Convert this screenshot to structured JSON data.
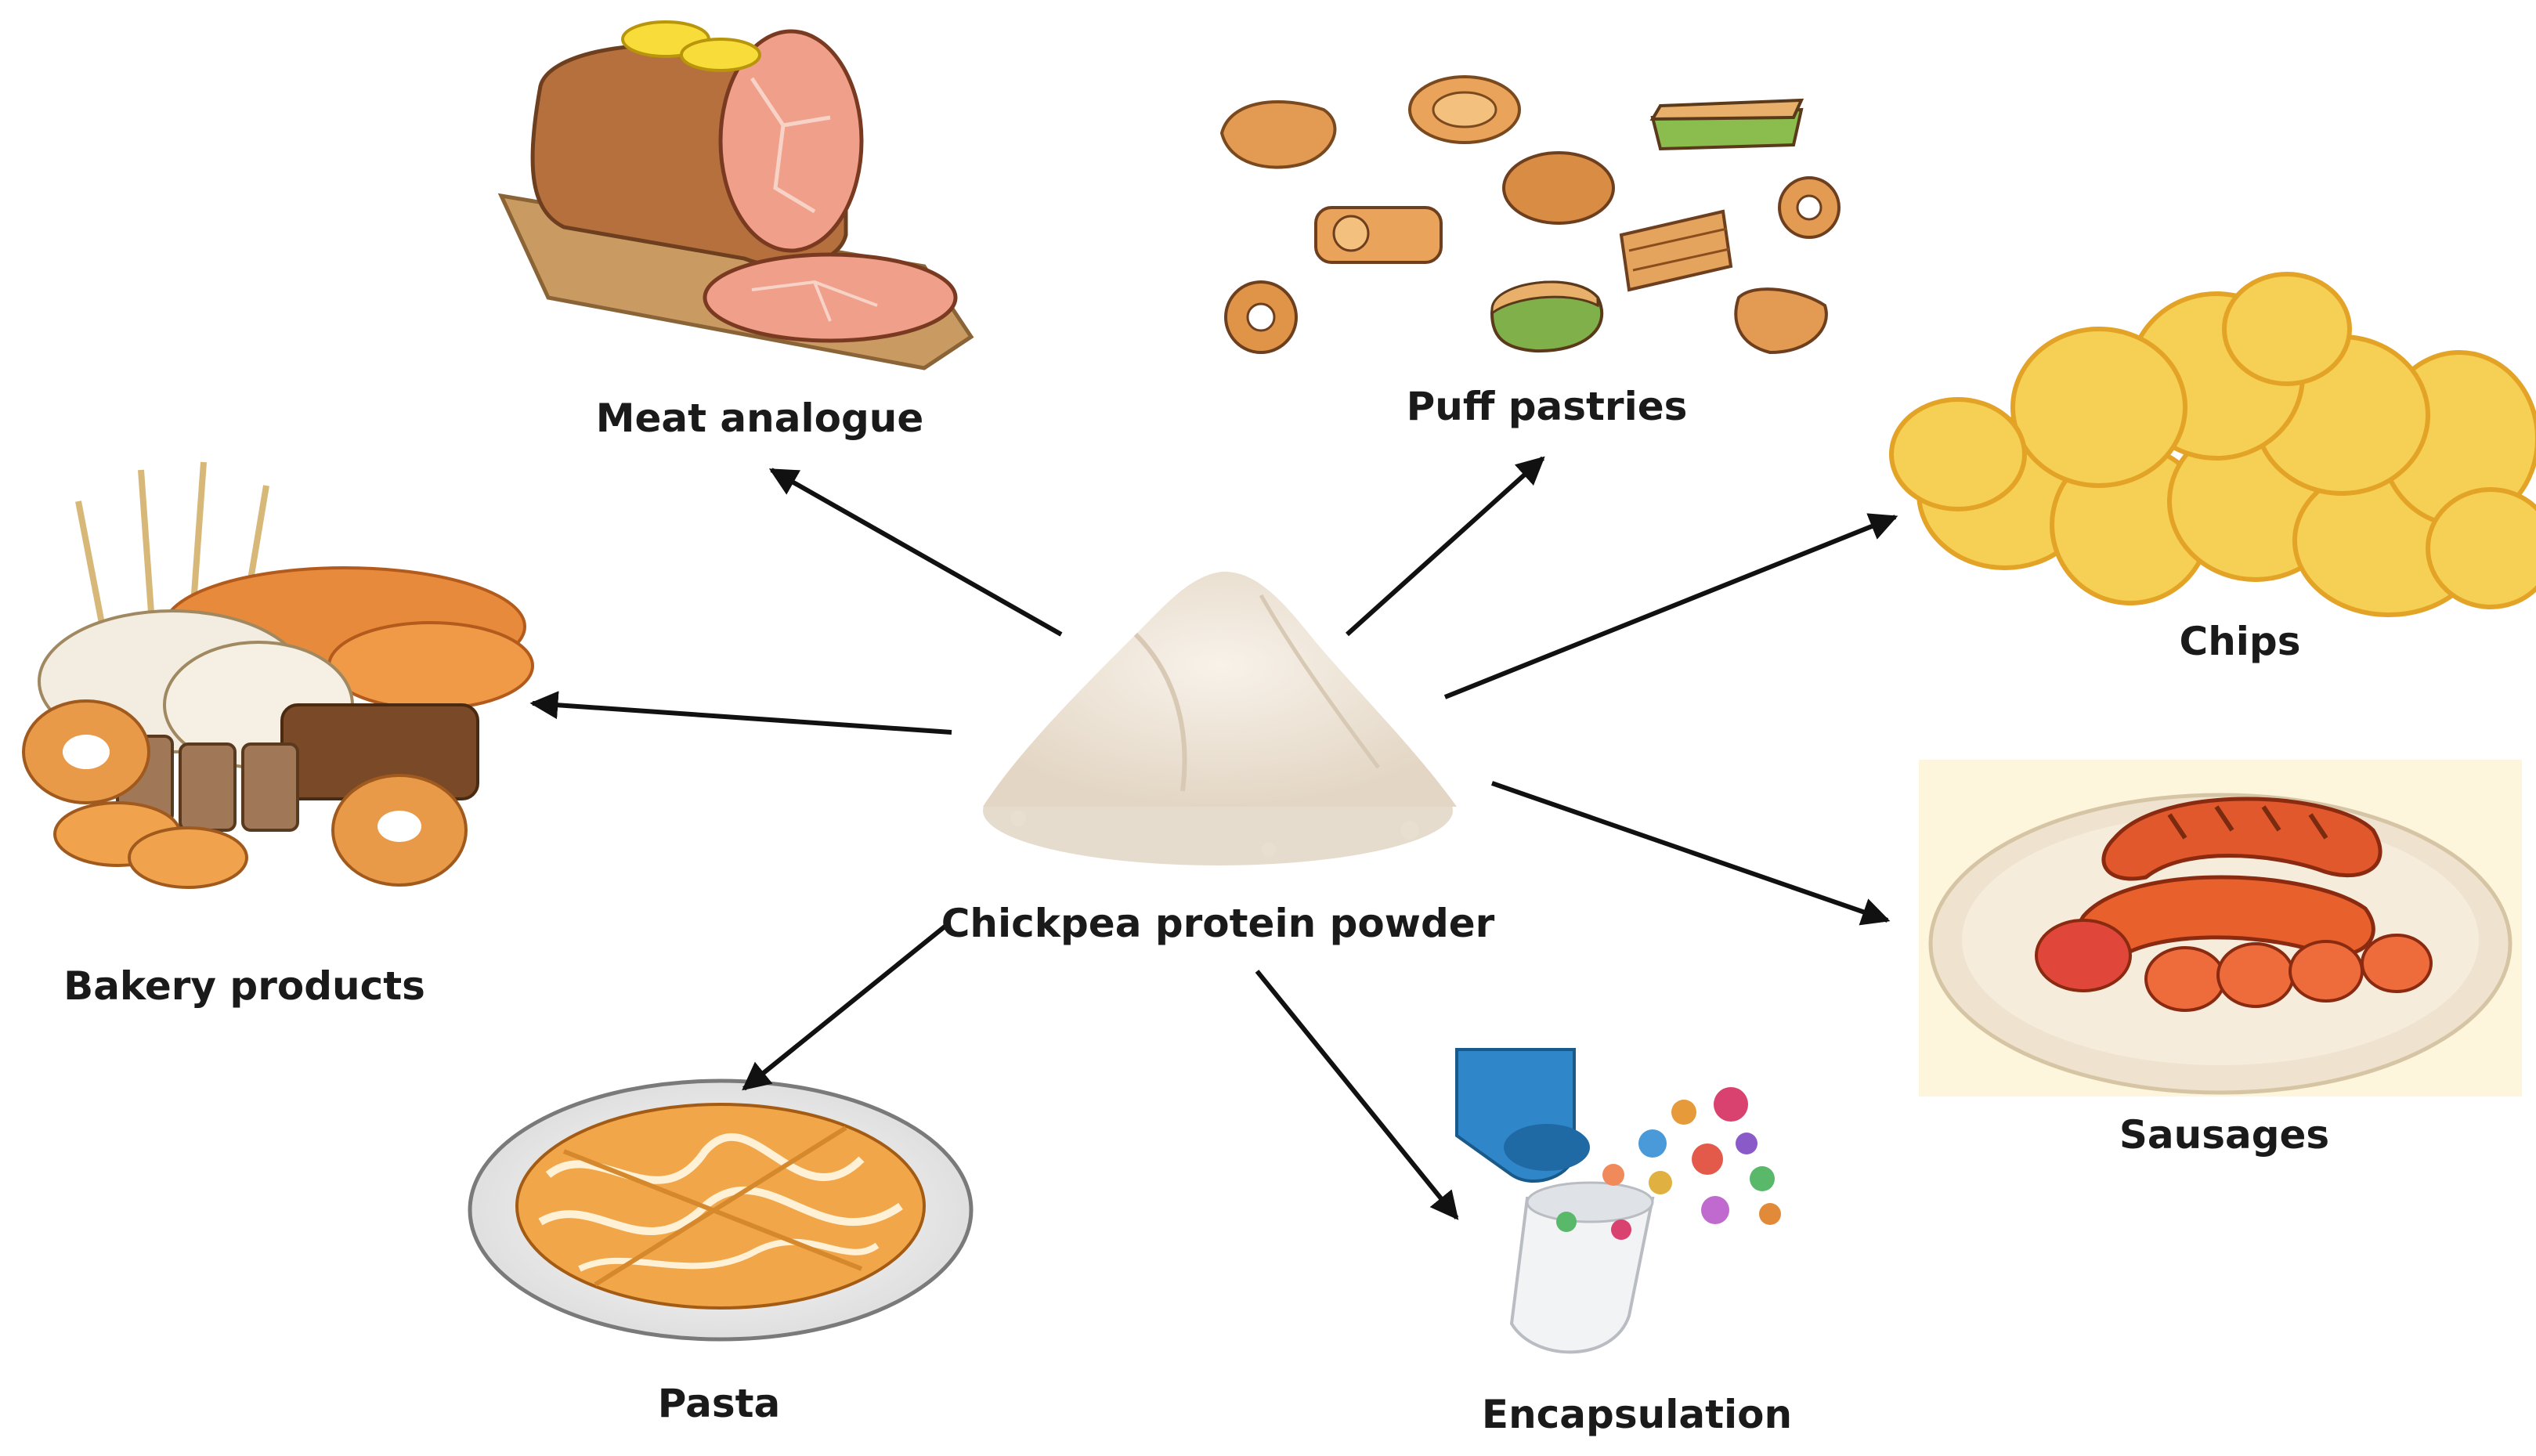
{
  "diagram": {
    "center": {
      "label": "Chickpea protein powder",
      "icon": "flour-pile-icon"
    },
    "applications": [
      {
        "key": "meat",
        "label": "Meat analogue",
        "icon": "ham-icon"
      },
      {
        "key": "puff",
        "label": "Puff pastries",
        "icon": "pastries-icon"
      },
      {
        "key": "chips",
        "label": "Chips",
        "icon": "potato-chips-icon"
      },
      {
        "key": "bakery",
        "label": "Bakery products",
        "icon": "bread-icon"
      },
      {
        "key": "sausages",
        "label": "Sausages",
        "icon": "sausages-icon"
      },
      {
        "key": "pasta",
        "label": "Pasta",
        "icon": "pasta-plate-icon"
      },
      {
        "key": "encap",
        "label": "Encapsulation",
        "icon": "capsule-icon"
      }
    ],
    "colors": {
      "arrow": "#111111",
      "text": "#1a1a1a",
      "flour": "#efe6da",
      "ham": "#f0a08a",
      "chips": "#f6cf55",
      "sausage": "#e0582c",
      "pasta": "#f2a64a",
      "capsule": "#2f86c8"
    }
  }
}
